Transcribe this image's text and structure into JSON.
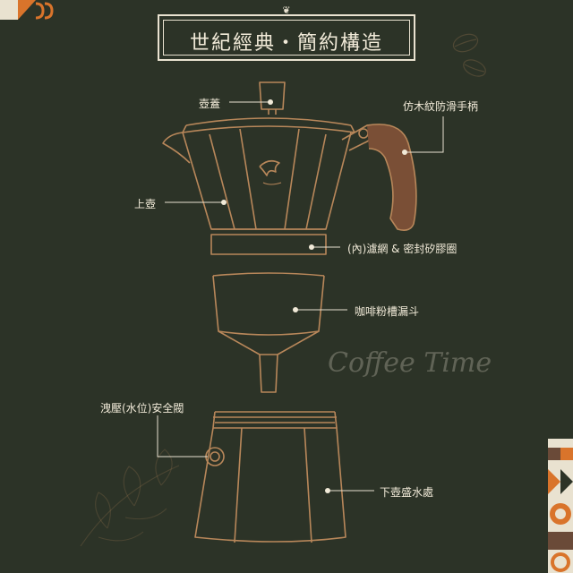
{
  "title": "世紀經典・簡約構造",
  "labels": {
    "lid": "壺蓋",
    "handle": "仿木紋防滑手柄",
    "upper_pot": "上壺",
    "filter_gasket": "(內)濾網 & 密封矽膠圈",
    "funnel": "咖啡粉槽漏斗",
    "valve": "洩壓(水位)安全閥",
    "lower_pot": "下壺盛水處"
  },
  "watermark_text": "Coffee Time",
  "colors": {
    "background": "#2c3327",
    "outline": "#b8875a",
    "text": "#f1ead8",
    "handle": "#7a4f36",
    "accent_orange": "#d9742b"
  }
}
